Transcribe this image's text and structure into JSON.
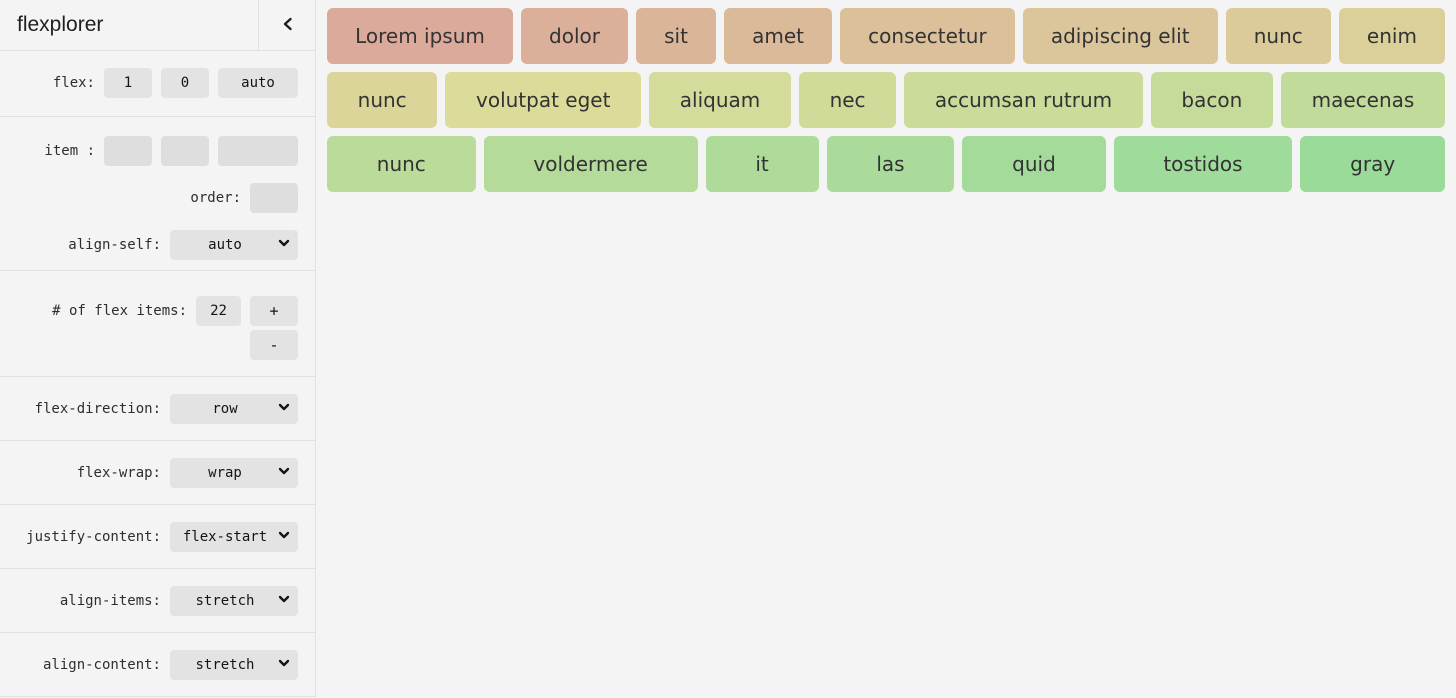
{
  "app": {
    "title": "flexplorer"
  },
  "colors": {
    "background": "#f4f4f5",
    "border": "#e2e2e2",
    "control_bg": "#e3e3e3",
    "control_disabled_bg": "#dedede",
    "item_text": "#333333"
  },
  "sidebar": {
    "flex": {
      "label": "flex:",
      "grow": "1",
      "shrink": "0",
      "basis": "auto"
    },
    "item": {
      "label": "item :",
      "grow": "",
      "shrink": "",
      "basis": ""
    },
    "order": {
      "label": "order:",
      "value": ""
    },
    "align_self": {
      "label": "align-self:",
      "value": "auto"
    },
    "count": {
      "label": "# of flex items:",
      "value": "22",
      "increment_label": "+",
      "decrement_label": "-"
    },
    "flex_direction": {
      "label": "flex-direction:",
      "value": "row"
    },
    "flex_wrap": {
      "label": "flex-wrap:",
      "value": "wrap"
    },
    "justify_content": {
      "label": "justify-content:",
      "value": "flex-start"
    },
    "align_items": {
      "label": "align-items:",
      "value": "stretch"
    },
    "align_content": {
      "label": "align-content:",
      "value": "stretch"
    }
  },
  "main": {
    "rows": [
      [
        {
          "label": "Lorem ipsum",
          "color": "#dbaa9a"
        },
        {
          "label": "dolor",
          "color": "#dbaf9a"
        },
        {
          "label": "sit",
          "color": "#dbb59a"
        },
        {
          "label": "amet",
          "color": "#dbba9a"
        },
        {
          "label": "consectetur",
          "color": "#dbc09a"
        },
        {
          "label": "adipiscing elit",
          "color": "#dbc59a"
        },
        {
          "label": "nunc",
          "color": "#dbca9a"
        },
        {
          "label": "enim",
          "color": "#dbd09a"
        }
      ],
      [
        {
          "label": "nunc",
          "color": "#dbd59a"
        },
        {
          "label": "volutpat eget",
          "color": "#dbdb9a"
        },
        {
          "label": "aliquam",
          "color": "#d5db9a"
        },
        {
          "label": "nec",
          "color": "#d0db9a"
        },
        {
          "label": "accumsan rutrum",
          "color": "#cadb9a"
        },
        {
          "label": "bacon",
          "color": "#c5db9a"
        },
        {
          "label": "maecenas",
          "color": "#c0db9a"
        }
      ],
      [
        {
          "label": "nunc",
          "color": "#badb9a"
        },
        {
          "label": "voldermere",
          "color": "#b5db9a"
        },
        {
          "label": "it",
          "color": "#afdb9a"
        },
        {
          "label": "las",
          "color": "#aadb9a"
        },
        {
          "label": "quid",
          "color": "#a4db9a"
        },
        {
          "label": "tostidos",
          "color": "#9fdb9a"
        },
        {
          "label": "gray",
          "color": "#9adb9a"
        }
      ]
    ]
  }
}
